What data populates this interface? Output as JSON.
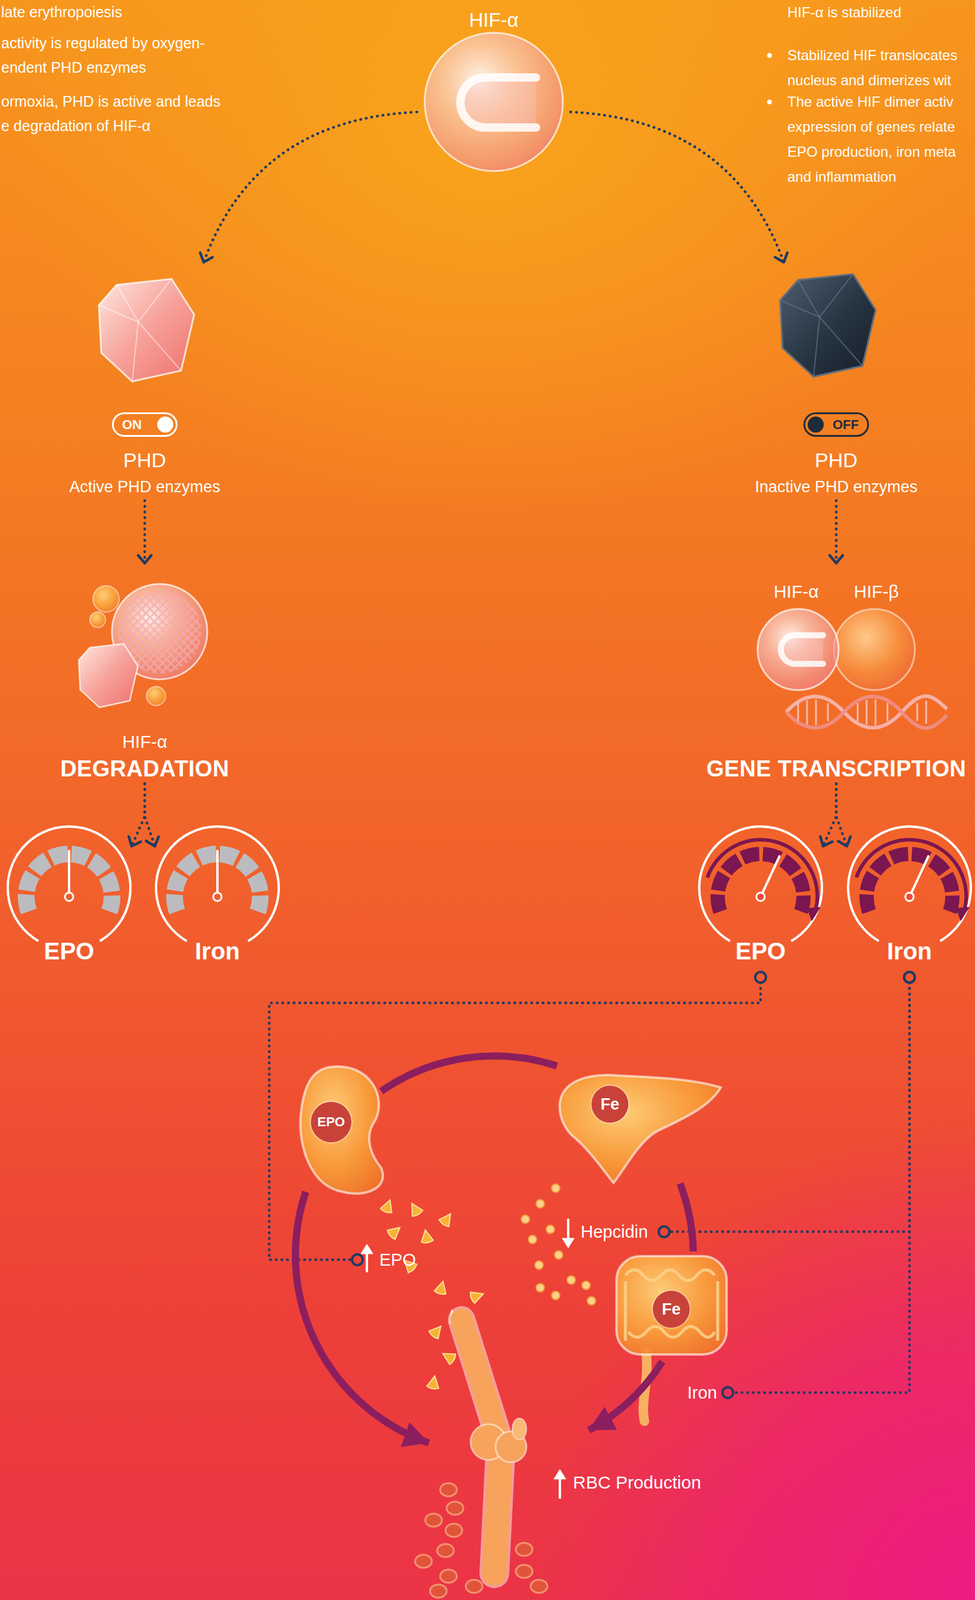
{
  "diagram": {
    "nodes": [
      {
        "text": [
          "HIF-α"
        ]
      },
      {
        "text": [
          "ON",
          "PHD",
          "Active PHD enzymes"
        ]
      },
      {
        "text": [
          "OFF",
          "PHD",
          "Inactive PHD enzymes"
        ]
      },
      {
        "text": [
          "HIF-α",
          "DEGRADATION"
        ]
      },
      {
        "text": [
          "HIF-α",
          "HIF-β",
          "GENE TRANSCRIPTION"
        ]
      },
      {
        "text": [
          "EPO"
        ]
      },
      {
        "text": [
          "Iron"
        ]
      },
      {
        "text": [
          "EPO"
        ]
      },
      {
        "text": [
          "Iron"
        ]
      },
      {
        "text": [
          "EPO"
        ]
      },
      {
        "text": [
          "Fe"
        ]
      },
      {
        "text": [
          "Fe"
        ]
      },
      {
        "text": [
          "EPO"
        ]
      },
      {
        "text": [
          "Hepcidin"
        ]
      },
      {
        "text": [
          "Iron"
        ]
      },
      {
        "text": [
          "RBC Production"
        ]
      }
    ],
    "edges": [
      {
        "from": 0,
        "to": 1,
        "arrow": "to"
      },
      {
        "from": 0,
        "to": 2,
        "arrow": "to"
      },
      {
        "from": 1,
        "to": 3,
        "arrow": "to"
      },
      {
        "from": 2,
        "to": 4,
        "arrow": "to"
      },
      {
        "from": 3,
        "to": 5,
        "arrow": "to"
      },
      {
        "from": 3,
        "to": 6,
        "arrow": "to"
      },
      {
        "from": 4,
        "to": 7,
        "arrow": "to"
      },
      {
        "from": 4,
        "to": 8,
        "arrow": "to"
      },
      {
        "from": 7,
        "to": 12,
        "arrow": "none"
      },
      {
        "from": 8,
        "to": 13,
        "arrow": "none"
      },
      {
        "from": 8,
        "to": 14,
        "arrow": "none"
      },
      {
        "from": 9,
        "to": 10,
        "arrow": "none"
      },
      {
        "from": 10,
        "to": 11,
        "arrow": "none"
      },
      {
        "from": 9,
        "to": 15,
        "arrow": "to"
      },
      {
        "from": 11,
        "to": 15,
        "arrow": "to"
      }
    ],
    "labels": [
      "late erythropoiesis",
      "activity is regulated by oxygen- endent PHD enzymes",
      "ormoxia, PHD is active and leads e degradation of HIF-α",
      "HIF-α is stabilized",
      "Stabilized HIF translocates nucleus and dimerizes wit",
      "The active HIF dimer activ expression of genes relate EPO production, iron meta and inflammation"
    ]
  }
}
